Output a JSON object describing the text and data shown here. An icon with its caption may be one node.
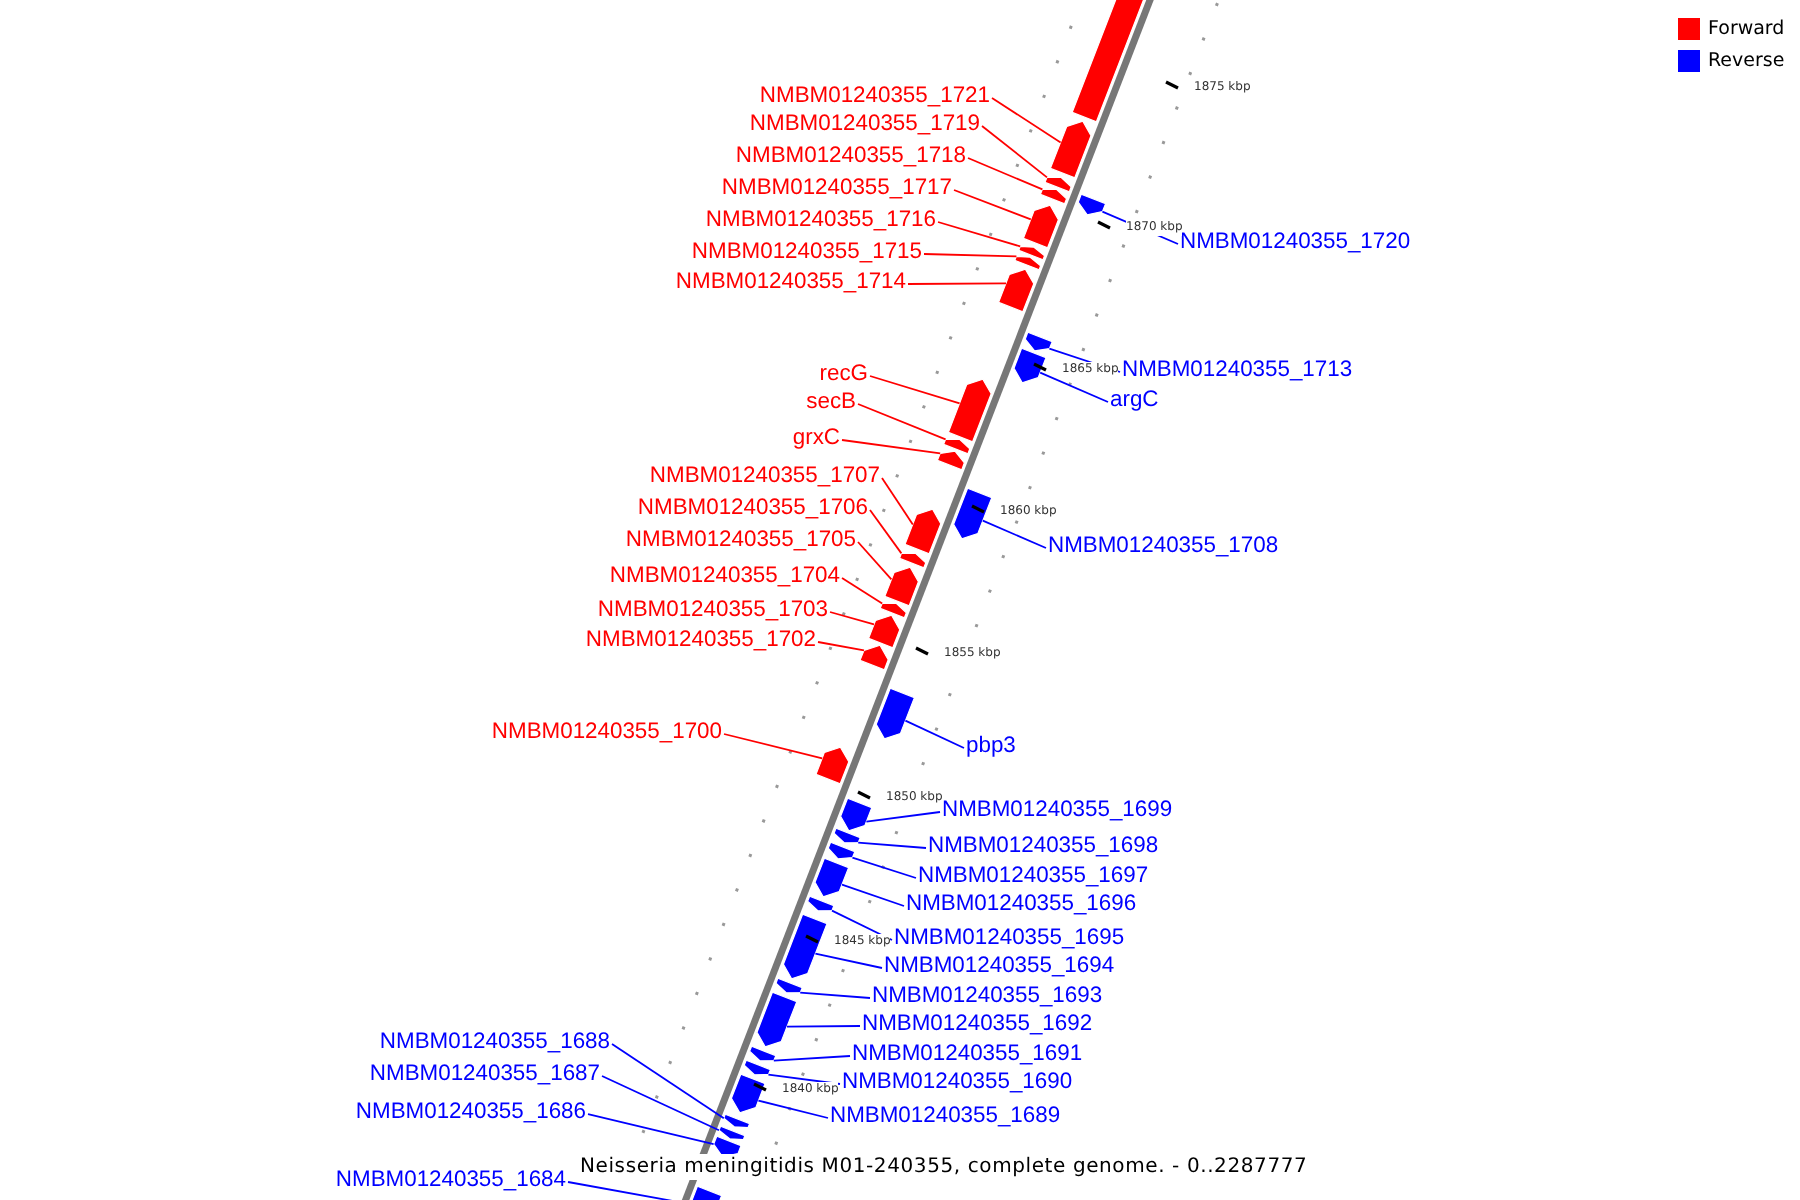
{
  "diagram": {
    "caption": "Neisseria meningitidis M01-240355, complete genome. - 0..2287777",
    "nodes": [
      {
        "text": [],
        "shape": "box"
      },
      {
        "text": [
          "NMBM01240355_1721"
        ]
      },
      {
        "text": [],
        "shape": "box"
      },
      {
        "text": [
          "NMBM01240355_1719"
        ]
      },
      {
        "text": [],
        "shape": "box"
      },
      {
        "text": [
          "NMBM01240355_1718"
        ]
      },
      {
        "text": [],
        "shape": "box"
      },
      {
        "text": [
          "NMBM01240355_1717"
        ]
      },
      {
        "text": [],
        "shape": "box"
      },
      {
        "text": [
          "NMBM01240355_1716"
        ]
      },
      {
        "text": [],
        "shape": "box"
      },
      {
        "text": [
          "NMBM01240355_1715"
        ]
      },
      {
        "text": [],
        "shape": "box"
      },
      {
        "text": [
          "NMBM01240355_1714"
        ]
      },
      {
        "text": [],
        "shape": "box"
      },
      {
        "text": [
          "NMBM01240355_1720"
        ]
      },
      {
        "text": [],
        "shape": "box"
      },
      {
        "text": [
          "NMBM01240355_1713"
        ]
      },
      {
        "text": [],
        "shape": "box"
      },
      {
        "text": [
          "argC"
        ]
      },
      {
        "text": [],
        "shape": "box"
      },
      {
        "text": [
          "recG"
        ]
      },
      {
        "text": [],
        "shape": "box"
      },
      {
        "text": [
          "secB"
        ]
      },
      {
        "text": [],
        "shape": "box"
      },
      {
        "text": [
          "grxC"
        ]
      },
      {
        "text": [],
        "shape": "box"
      },
      {
        "text": [
          "NMBM01240355_1707"
        ]
      },
      {
        "text": [],
        "shape": "box"
      },
      {
        "text": [
          "NMBM01240355_1706"
        ]
      },
      {
        "text": [],
        "shape": "box"
      },
      {
        "text": [
          "NMBM01240355_1705"
        ]
      },
      {
        "text": [],
        "shape": "box"
      },
      {
        "text": [
          "NMBM01240355_1704"
        ]
      },
      {
        "text": [],
        "shape": "box"
      },
      {
        "text": [
          "NMBM01240355_1703"
        ]
      },
      {
        "text": [],
        "shape": "box"
      },
      {
        "text": [
          "NMBM01240355_1702"
        ]
      },
      {
        "text": [],
        "shape": "box"
      },
      {
        "text": [
          "NMBM01240355_1708"
        ]
      },
      {
        "text": [],
        "shape": "box"
      },
      {
        "text": [
          "NMBM01240355_1700"
        ]
      },
      {
        "text": [],
        "shape": "box"
      },
      {
        "text": [
          "pbp3"
        ]
      },
      {
        "text": [],
        "shape": "box"
      },
      {
        "text": [
          "NMBM01240355_1699"
        ]
      },
      {
        "text": [],
        "shape": "box"
      },
      {
        "text": [
          "NMBM01240355_1698"
        ]
      },
      {
        "text": [],
        "shape": "box"
      },
      {
        "text": [
          "NMBM01240355_1697"
        ]
      },
      {
        "text": [],
        "shape": "box"
      },
      {
        "text": [
          "NMBM01240355_1696"
        ]
      },
      {
        "text": [],
        "shape": "box"
      },
      {
        "text": [
          "NMBM01240355_1695"
        ]
      },
      {
        "text": [],
        "shape": "box"
      },
      {
        "text": [
          "NMBM01240355_1694"
        ]
      },
      {
        "text": [],
        "shape": "box"
      },
      {
        "text": [
          "NMBM01240355_1693"
        ]
      },
      {
        "text": [],
        "shape": "box"
      },
      {
        "text": [
          "NMBM01240355_1692"
        ]
      },
      {
        "text": [],
        "shape": "box"
      },
      {
        "text": [
          "NMBM01240355_1691"
        ]
      },
      {
        "text": [],
        "shape": "box"
      },
      {
        "text": [
          "NMBM01240355_1690"
        ]
      },
      {
        "text": [],
        "shape": "box"
      },
      {
        "text": [
          "NMBM01240355_1689"
        ]
      },
      {
        "text": [],
        "shape": "box"
      },
      {
        "text": [
          "NMBM01240355_1688"
        ]
      },
      {
        "text": [],
        "shape": "box"
      },
      {
        "text": [
          "NMBM01240355_1687"
        ]
      },
      {
        "text": [],
        "shape": "box"
      },
      {
        "text": [
          "NMBM01240355_1686"
        ]
      },
      {
        "text": [],
        "shape": "box"
      },
      {
        "text": [
          "NMBM01240355_1684"
        ]
      },
      {
        "text": [],
        "shape": "box"
      }
    ],
    "edges": [
      {
        "from": 1,
        "to": 2,
        "arrow": "none",
        "color": "#ff0000"
      },
      {
        "from": 3,
        "to": 4,
        "arrow": "none",
        "color": "#ff0000"
      },
      {
        "from": 5,
        "to": 6,
        "arrow": "none",
        "color": "#ff0000"
      },
      {
        "from": 7,
        "to": 8,
        "arrow": "none",
        "color": "#ff0000"
      },
      {
        "from": 9,
        "to": 10,
        "arrow": "none",
        "color": "#ff0000"
      },
      {
        "from": 11,
        "to": 12,
        "arrow": "none",
        "color": "#ff0000"
      },
      {
        "from": 13,
        "to": 14,
        "arrow": "none",
        "color": "#ff0000"
      },
      {
        "from": 15,
        "to": 16,
        "arrow": "none"
      },
      {
        "from": 17,
        "to": 18,
        "arrow": "none"
      },
      {
        "from": 19,
        "to": 20,
        "arrow": "none"
      },
      {
        "from": 21,
        "to": 22,
        "arrow": "none",
        "color": "#ff0000"
      },
      {
        "from": 23,
        "to": 24,
        "arrow": "none",
        "color": "#ff0000"
      },
      {
        "from": 25,
        "to": 26,
        "arrow": "none",
        "color": "#ff0000"
      },
      {
        "from": 27,
        "to": 28,
        "arrow": "none",
        "color": "#ff0000"
      },
      {
        "from": 29,
        "to": 30,
        "arrow": "none",
        "color": "#ff0000"
      },
      {
        "from": 31,
        "to": 32,
        "arrow": "none",
        "color": "#ff0000"
      },
      {
        "from": 33,
        "to": 34,
        "arrow": "none",
        "color": "#ff0000"
      },
      {
        "from": 35,
        "to": 36,
        "arrow": "none",
        "color": "#ff0000"
      },
      {
        "from": 37,
        "to": 38,
        "arrow": "none",
        "color": "#ff0000"
      },
      {
        "from": 39,
        "to": 40,
        "arrow": "none"
      },
      {
        "from": 41,
        "to": 42,
        "arrow": "none",
        "color": "#ff0000"
      },
      {
        "from": 43,
        "to": 44,
        "arrow": "none"
      },
      {
        "from": 45,
        "to": 46,
        "arrow": "none"
      },
      {
        "from": 47,
        "to": 48,
        "arrow": "none"
      },
      {
        "from": 49,
        "to": 50,
        "arrow": "none"
      },
      {
        "from": 51,
        "to": 52,
        "arrow": "none"
      },
      {
        "from": 53,
        "to": 54,
        "arrow": "none"
      },
      {
        "from": 55,
        "to": 56,
        "arrow": "none"
      },
      {
        "from": 57,
        "to": 58,
        "arrow": "none"
      },
      {
        "from": 59,
        "to": 60,
        "arrow": "none"
      },
      {
        "from": 61,
        "to": 62,
        "arrow": "none"
      },
      {
        "from": 63,
        "to": 64,
        "arrow": "none"
      },
      {
        "from": 65,
        "to": 66,
        "arrow": "none"
      },
      {
        "from": 67,
        "to": 68,
        "arrow": "none"
      },
      {
        "from": 69,
        "to": 70,
        "arrow": "none"
      },
      {
        "from": 71,
        "to": 72,
        "arrow": "none"
      },
      {
        "from": 73,
        "to": 74,
        "arrow": "none"
      }
    ],
    "labels": [
      "1875 kbp",
      "1870 kbp",
      "1865 kbp",
      "1860 kbp",
      "1855 kbp",
      "1850 kbp",
      "1845 kbp",
      "1840 kbp"
    ],
    "legend": [
      {
        "text": "Forward",
        "color": "#ff0000"
      },
      {
        "text": "Reverse",
        "color": "#0000ff"
      }
    ]
  }
}
